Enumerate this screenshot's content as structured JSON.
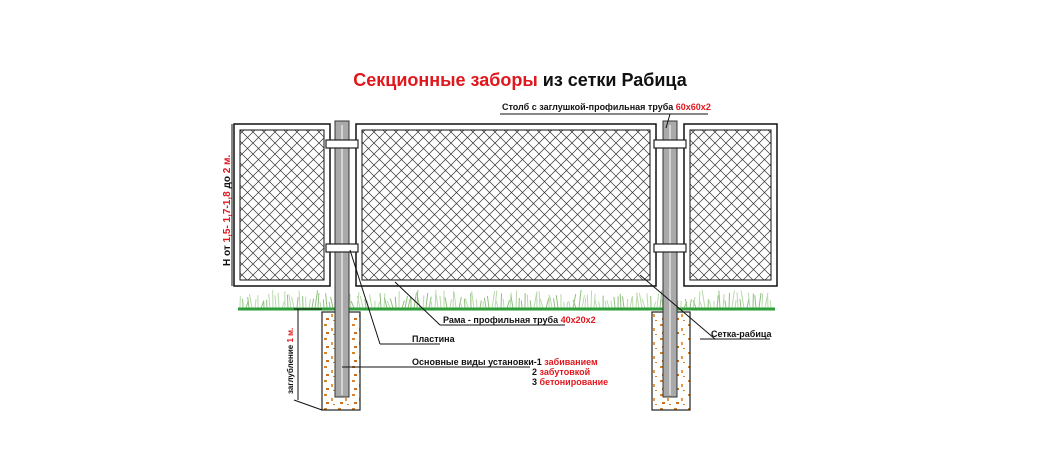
{
  "title": {
    "part_red": "Секционные заборы",
    "part_black": " из сетки Рабица"
  },
  "labels": {
    "post": {
      "text": "Столб с заглушкой-профильная труба ",
      "size": "60х60х2"
    },
    "frame": {
      "text": "Рама - профильная труба ",
      "size": "40х20х2"
    },
    "plate": "Пластина",
    "install": {
      "text": "Основные виды установки-",
      "items": [
        {
          "num": "1 ",
          "method": "забиванием"
        },
        {
          "num": "2 ",
          "method": "забутовкой"
        },
        {
          "num": "3 ",
          "method": "бетонирование"
        }
      ]
    },
    "mesh": "Сетка-рабица",
    "height": {
      "prefix": "Н от ",
      "value": "1,5- 1,7-1,8",
      "mid": " до ",
      "max": "2 м."
    },
    "depth": {
      "prefix": "заглубление ",
      "value": "1 м."
    }
  },
  "colors": {
    "accent_red": "#e0171d",
    "ground_green": "#2e9e3a",
    "post_gray": "#a9a9a9",
    "gravel_orange": "#d9832a"
  }
}
